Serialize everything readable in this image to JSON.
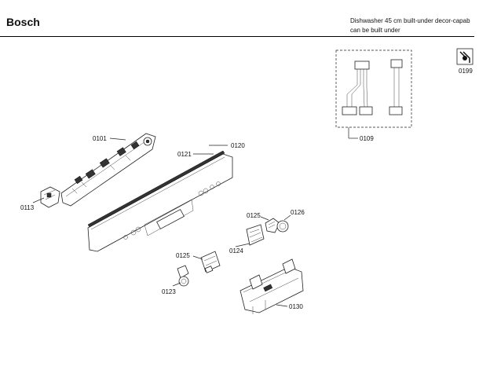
{
  "header": {
    "brand": "Bosch",
    "description_line1": "Dishwasher 45 cm built-under decor-capab",
    "description_line2": "can be built under"
  },
  "parts": [
    {
      "id": "p0101",
      "label": "0101"
    },
    {
      "id": "p0120",
      "label": "0120"
    },
    {
      "id": "p0121",
      "label": "0121"
    },
    {
      "id": "p0113",
      "label": "0113"
    },
    {
      "id": "p0109",
      "label": "0109"
    },
    {
      "id": "p0199",
      "label": "0199"
    },
    {
      "id": "p0125a",
      "label": "0125"
    },
    {
      "id": "p0126",
      "label": "0126"
    },
    {
      "id": "p0124",
      "label": "0124"
    },
    {
      "id": "p0125b",
      "label": "0125"
    },
    {
      "id": "p0123",
      "label": "0123"
    },
    {
      "id": "p0130",
      "label": "0130"
    }
  ]
}
